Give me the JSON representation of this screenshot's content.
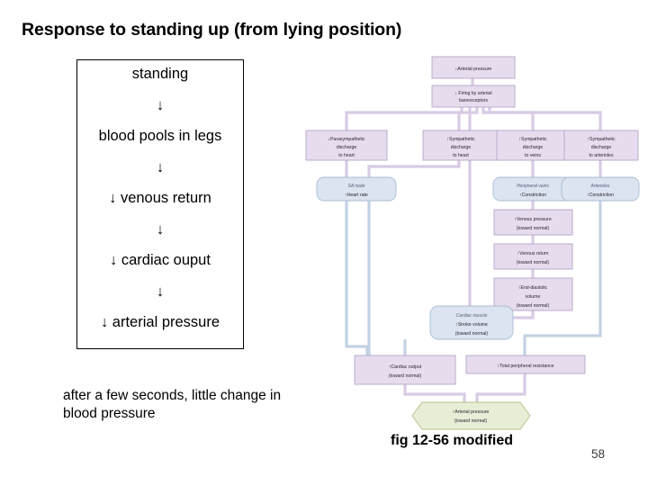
{
  "slide": {
    "title": "Response to standing up (from lying position)",
    "figure_credit": "fig 12-56 modified",
    "page_number": "58"
  },
  "cascade": {
    "arrow_glyph": "↓",
    "steps": [
      "standing",
      "blood pools in legs",
      "↓ venous return",
      "↓ cardiac ouput",
      "↓ arterial pressure"
    ],
    "caption": "after a few seconds, little change in blood pressure"
  },
  "flowchart": {
    "colors": {
      "box_fill": "#e6dcee",
      "box_stroke": "#b6a6c6",
      "rounded_fill": "#dbe4f0",
      "rounded_stroke": "#a9bcd4",
      "hexagon_fill": "#e7eed6",
      "hexagon_stroke": "#b6c08c",
      "connector_purple": "#d8cbe4",
      "connector_blue": "#c3d2e4"
    },
    "nodes": [
      {
        "id": "arterial-pressure-down",
        "shape": "rect",
        "lines": [
          "↓Arterial pressure"
        ]
      },
      {
        "id": "firing-baroreceptors",
        "shape": "rect",
        "lines": [
          "↓ Firing by arterial",
          "baroreceptors"
        ]
      },
      {
        "id": "parasympathetic-heart",
        "shape": "rect",
        "lines": [
          "↓Parasympathetic",
          "discharge",
          "to heart"
        ]
      },
      {
        "id": "sympathetic-heart",
        "shape": "rect",
        "lines": [
          "↑Sympathetic",
          "discharge",
          "to heart"
        ]
      },
      {
        "id": "sympathetic-veins",
        "shape": "rect",
        "lines": [
          "↑Sympathetic",
          "discharge",
          "to veins"
        ]
      },
      {
        "id": "sympathetic-arterioles",
        "shape": "rect",
        "lines": [
          "↑Sympathetic",
          "discharge",
          "to arterioles"
        ]
      },
      {
        "id": "sa-node",
        "shape": "rounded",
        "italic": "SA node",
        "lines": [
          "↑Heart rate"
        ]
      },
      {
        "id": "peripheral-veins",
        "shape": "rounded",
        "italic": "Peripheral veins",
        "lines": [
          "↑Constriction"
        ]
      },
      {
        "id": "arterioles",
        "shape": "rounded",
        "italic": "Arterioles",
        "lines": [
          "↑Constriction"
        ]
      },
      {
        "id": "venous-pressure",
        "shape": "rect",
        "lines": [
          "↑Venous pressure",
          "(toward normal)"
        ]
      },
      {
        "id": "venous-return",
        "shape": "rect",
        "lines": [
          "↑Venous return",
          "(toward normal)"
        ]
      },
      {
        "id": "end-diastolic-volume",
        "shape": "rect",
        "lines": [
          "↑End-diastolic",
          "volume",
          "(toward normal)"
        ]
      },
      {
        "id": "cardiac-muscle",
        "shape": "rounded",
        "italic": "Cardiac muscle",
        "lines": [
          "↑Stroke volume",
          "(toward normal)"
        ]
      },
      {
        "id": "cardiac-output",
        "shape": "rect",
        "lines": [
          "↑Cardiac output",
          "(toward normal)"
        ]
      },
      {
        "id": "total-peripheral-resistance",
        "shape": "rect",
        "lines": [
          "↑Total peripheral resistance"
        ]
      },
      {
        "id": "arterial-pressure-up",
        "shape": "hexagon",
        "lines": [
          "↑Arterial pressure",
          "(toward normal)"
        ]
      }
    ]
  }
}
